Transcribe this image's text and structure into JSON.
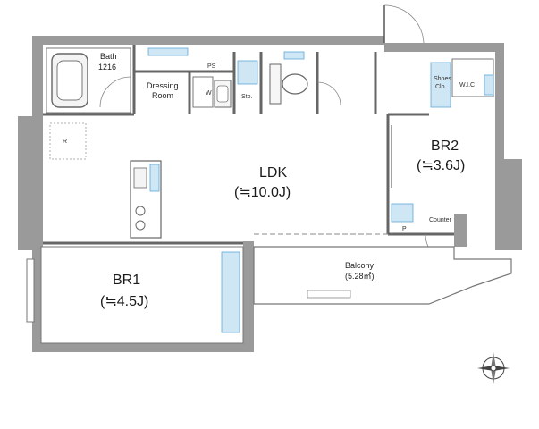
{
  "rooms": {
    "bath": {
      "name": "Bath",
      "size": "1216"
    },
    "dressing": {
      "line1": "Dressing",
      "line2": "Room",
      "washer": "W"
    },
    "ps": "PS",
    "storage": "Sto.",
    "ldk": {
      "name": "LDK",
      "area": "(≒10.0J)"
    },
    "br1": {
      "name": "BR1",
      "area": "(≒4.5J)"
    },
    "br2": {
      "name": "BR2",
      "area": "(≒3.6J)"
    },
    "balcony": {
      "name": "Balcony",
      "area": "(5.28㎡)"
    },
    "shoe_closet": {
      "line1": "Shoes",
      "line2": "Clo."
    },
    "wic": "W.I.C",
    "counter": "Counter",
    "pipe": "P",
    "refrigerator": "R"
  },
  "colors": {
    "wall": "#9a9a9a",
    "storage_fill": "#cfe6f5",
    "storage_stroke": "#5fa8d8",
    "line": "#555555"
  },
  "icons": {
    "compass": "compass-rose-icon",
    "bathtub": "bathtub-icon",
    "toilet": "toilet-icon",
    "stove": "stove-icon",
    "sink": "sink-icon"
  }
}
